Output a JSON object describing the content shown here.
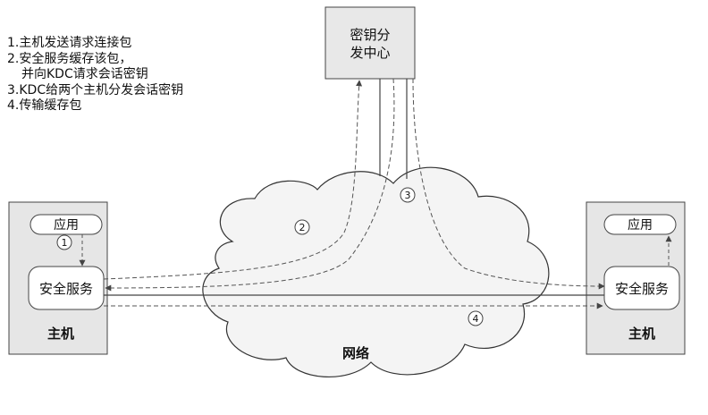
{
  "steps": [
    "1.主机发送请求连接包",
    "2.安全服务缓存该包，",
    "  并向KDC请求会话密钥",
    "3.KDC给两个主机分发会话密钥",
    "4.传输缓存包"
  ],
  "kdc": {
    "line1": "密钥分",
    "line2": "发中心"
  },
  "network_label": "网络",
  "left_host": {
    "app": "应用",
    "security": "安全服务",
    "label": "主机"
  },
  "right_host": {
    "app": "应用",
    "security": "安全服务",
    "label": "主机"
  },
  "markers": [
    "1",
    "2",
    "3",
    "4"
  ],
  "colors": {
    "box_fill": "#e6e6e6",
    "line": "#444444",
    "dash": "#555555"
  }
}
